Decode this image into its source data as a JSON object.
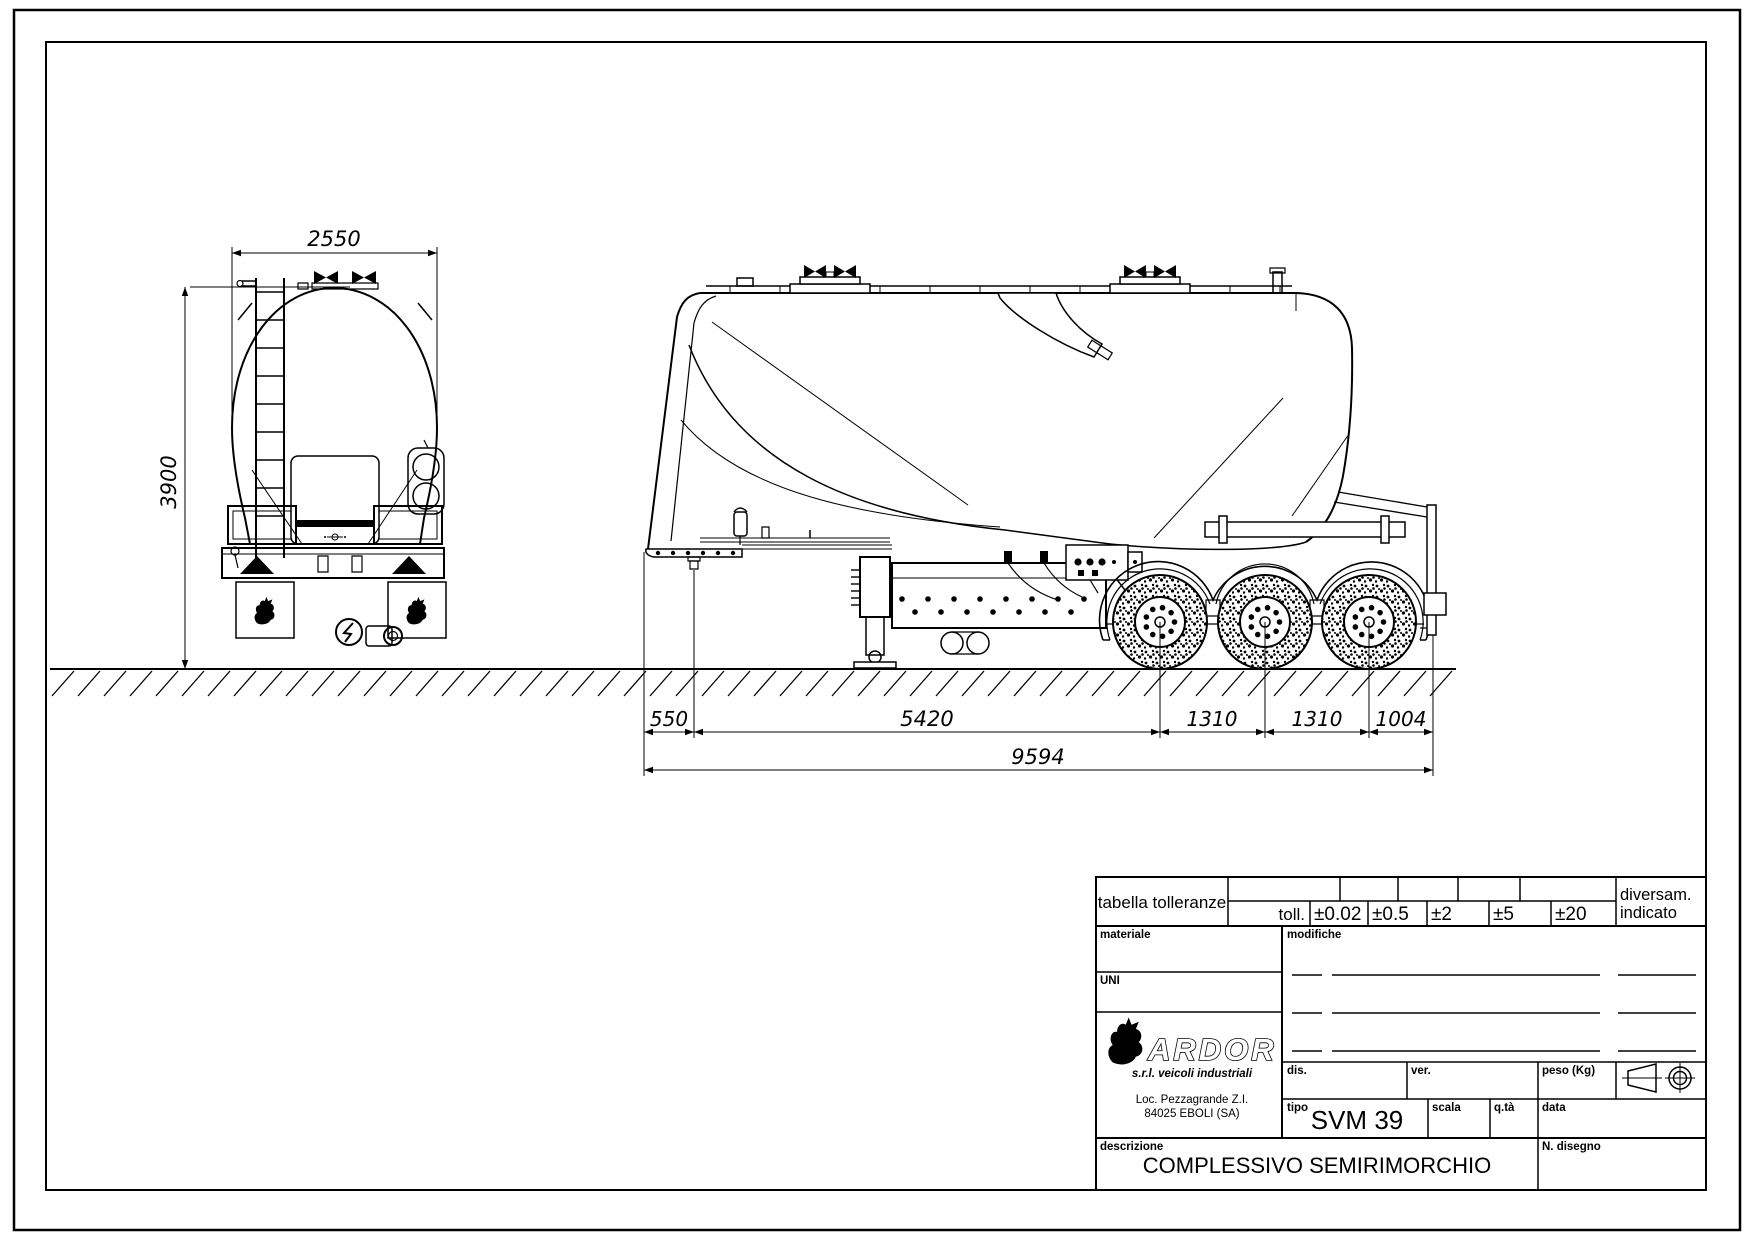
{
  "drawing": {
    "dimensions": {
      "rear_width": "2550",
      "rear_height": "3900",
      "front_overhang": "550",
      "kingpin_to_axle": "5420",
      "axle_spacing_1": "1310",
      "axle_spacing_2": "1310",
      "rear_overhang": "1004",
      "overall_length": "9594"
    }
  },
  "title_block": {
    "tolerance_table": {
      "label": "tabella tolleranze",
      "toll_label": "toll.",
      "values": [
        "±0.02",
        "±0.5",
        "±2",
        "±5",
        "±20"
      ],
      "diversam": [
        "diversam.",
        "indicato"
      ]
    },
    "labels": {
      "materiale": "materiale",
      "uni": "UNI",
      "modifiche": "modifiche",
      "dis": "dis.",
      "ver": "ver.",
      "peso": "peso  (Kg)",
      "tipo": "tipo",
      "scala": "scala",
      "qta": "q.tà",
      "data": "data",
      "descrizione": "descrizione",
      "n_disegno": "N.  disegno"
    },
    "values": {
      "tipo": "SVM 39",
      "descrizione": "COMPLESSIVO SEMIRIMORCHIO"
    },
    "company": {
      "name": "ARDOR",
      "subtitle": "s.r.l. veicoli industriali",
      "address_1": "Loc. Pezzagrande Z.I.",
      "address_2": "84025 EBOLI (SA)"
    }
  },
  "colors": {
    "line": "#000000",
    "background": "#ffffff"
  }
}
